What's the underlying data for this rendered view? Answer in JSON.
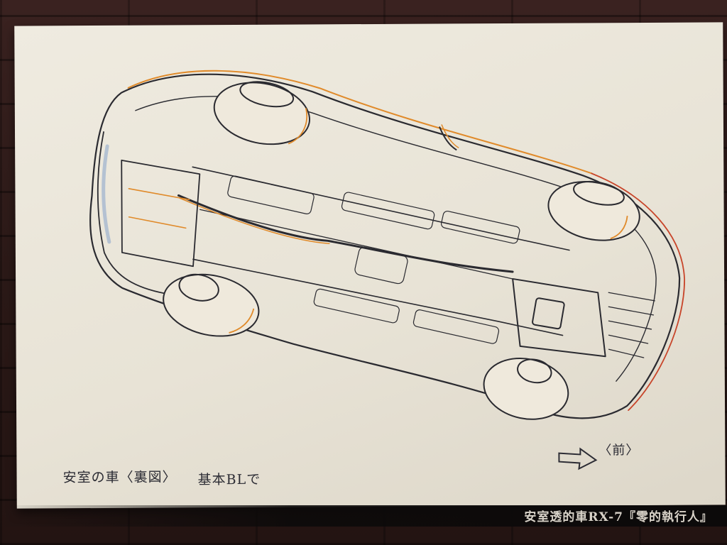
{
  "image": {
    "description_free": true,
    "colors": {
      "paper": "#e8e3d6",
      "pencil": "#2a2a30",
      "orange": "#e08a2a",
      "red": "#c8452a",
      "blue": "#8fa8cc"
    }
  },
  "annotations": {
    "left_note": "安室の車〈裏図〉",
    "mid_note": "基本BLで",
    "front_label": "〈前〉"
  },
  "caption": {
    "text": "安室透的車RX-7『零的執行人』"
  }
}
